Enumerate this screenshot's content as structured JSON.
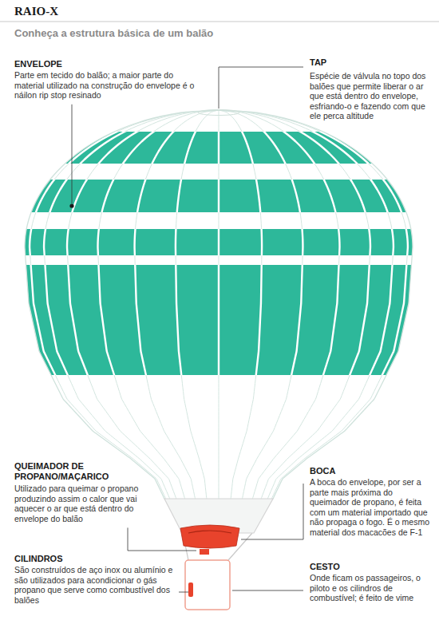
{
  "diagram": {
    "title": "RAIO-X",
    "labels": [
      "Conheça a estrutura básica de um balão",
      "ENVELOPE",
      "Parte em tecido do balão; a maior parte do material utilizado na construção do envelope é o náilon rip stop resinado",
      "TAP",
      "Espécie de válvula no topo dos balões que permite liberar o ar que está dentro do envelope, esfriando-o e fazendo com que ele perca altitude",
      "QUEIMADOR DE PROPANO/MAÇARICO",
      "Utilizado para queimar o propano produzindo assim o calor que vai aquecer o ar que está dentro do envelope do balão",
      "CILINDROS",
      "São construídos de aço inox ou alumínio e são utilizados para acondicionar o gás propano que serve como combustível dos balões",
      "BOCA",
      "A boca do envelope, por ser a parte mais próxima do queimador de propano, é feita com um material importado que não propaga o fogo. É o mesmo material dos macacões de F-1",
      "CESTO",
      "Onde ficam os passageiros, o piloto e os cilindros de combustível; é feito de vime"
    ]
  }
}
